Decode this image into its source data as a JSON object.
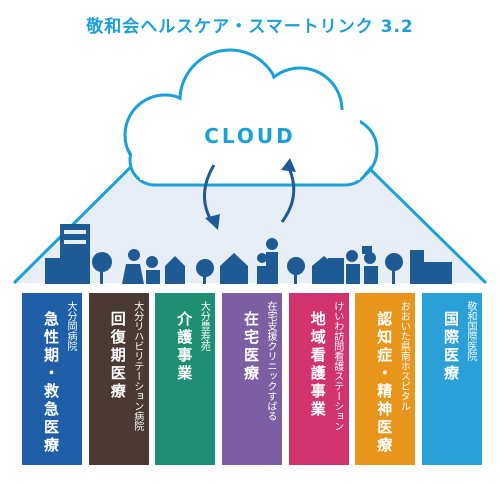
{
  "title": "敬和会ヘルスケア・スマートリンク 3.2",
  "cloud_label": "CLOUD",
  "colors": {
    "accent": "#1aa0d8",
    "ground": "#e8eef5"
  },
  "facilities": [
    {
      "sub": "大分岡病院",
      "main": "急性期・救急医療",
      "color": "#1f5fa8"
    },
    {
      "sub": "大分リハビリテーション病院",
      "main": "回復期医療",
      "color": "#4a3a33"
    },
    {
      "sub": "大分豊寿苑",
      "main": "介護事業",
      "color": "#1f8f73"
    },
    {
      "sub": "在宅支援クリニックすばる",
      "main": "在宅医療",
      "color": "#7b5fa2"
    },
    {
      "sub": "けいわ訪問看護ステーション",
      "main": "地域看護事業",
      "color": "#d0336e"
    },
    {
      "sub": "おおいた県南ホスピタル",
      "main": "認知症・精神医療",
      "color": "#e8951c"
    },
    {
      "sub": "敬和国際医院",
      "main": "国際医療",
      "color": "#2a9fd8"
    }
  ]
}
